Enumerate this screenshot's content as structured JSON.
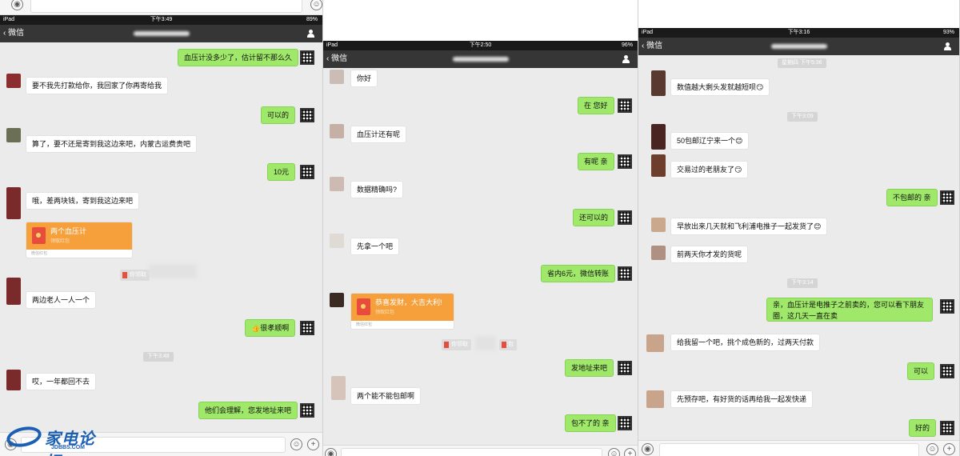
{
  "panel1": {
    "status": {
      "carrier": "iPad",
      "time": "下午3:49",
      "battery": "89%"
    },
    "nav": {
      "back_label": "微信"
    },
    "messages": {
      "m1": "血压计没多少了，估计留不那么久",
      "m2": "要不我先打款给你，我回家了你再寄给我",
      "m3": "可以的",
      "m4": "算了，要不还是寄到我这边来吧，内蒙古运费贵吧",
      "m5": "10元",
      "m6": "哦，差两块钱，寄到我这边来吧",
      "m7": "两边老人一人一个",
      "m8": "👍很孝顺啊",
      "m9": "哎，一年都回不去",
      "m10": "他们会理解，您发地址来吧"
    },
    "red_packet": {
      "title": "两个血压计",
      "subtitle": "领取红包",
      "footer": "微信红包"
    },
    "system_note": "你领取",
    "timestamp": "下午3:48"
  },
  "panel2": {
    "status": {
      "carrier": "iPad",
      "time": "下午2:50",
      "battery": "96%"
    },
    "nav": {
      "back_label": "微信"
    },
    "messages": {
      "m1": "你好",
      "m2": "在 您好",
      "m3": "血压计还有呢",
      "m4": "有呢 亲",
      "m5": "数据精确吗?",
      "m6": "还可以的",
      "m7": "先拿一个吧",
      "m8": "省内6元，微信转账",
      "m9": "发地址来吧",
      "m10": "两个能不能包邮啊",
      "m11": "包不了的 亲"
    },
    "red_packet": {
      "title": "恭喜发财，大吉大利!",
      "subtitle": "领取红包",
      "footer": "微信红包"
    },
    "system_note": "你领取",
    "system_note_tail": "红包"
  },
  "panel3": {
    "status": {
      "carrier": "iPad",
      "time": "下午3:16",
      "battery": "93%"
    },
    "nav": {
      "back_label": "微信"
    },
    "timestamps": {
      "t1": "星期四 下午5:36",
      "t2": "下午3:09",
      "t3": "下午3:14"
    },
    "messages": {
      "m1": "数值越大剩头发就越短呗😏",
      "m2": "50包邮辽宁来一个😊",
      "m3": "交易过的老朋友了😏",
      "m4": "不包邮的 亲",
      "m5": "早放出来几天就和飞利浦电推子一起发货了😊",
      "m6": "前两天你才发的货呢",
      "m7": "亲，血压计是电推子之前卖的，您可以看下朋友圈，这几天一直在卖",
      "m8": "给我留一个吧，挑个成色新的，过两天付款",
      "m9": "可以",
      "m10": "先预存吧，有好货的话再给我一起发快递",
      "m11": "好的"
    }
  },
  "watermark": {
    "brand": "家电论坛",
    "url": "JDBBS.COM"
  },
  "icons": {
    "voice": "voice-icon",
    "emoji": "emoji-icon",
    "plus": "plus-icon",
    "profile": "person-icon"
  },
  "colors": {
    "outgoing": "#9fe86a",
    "incoming": "#ffffff",
    "navbar": "#363636",
    "red_packet": "#f6a03b",
    "brand": "#1a5fb4"
  }
}
